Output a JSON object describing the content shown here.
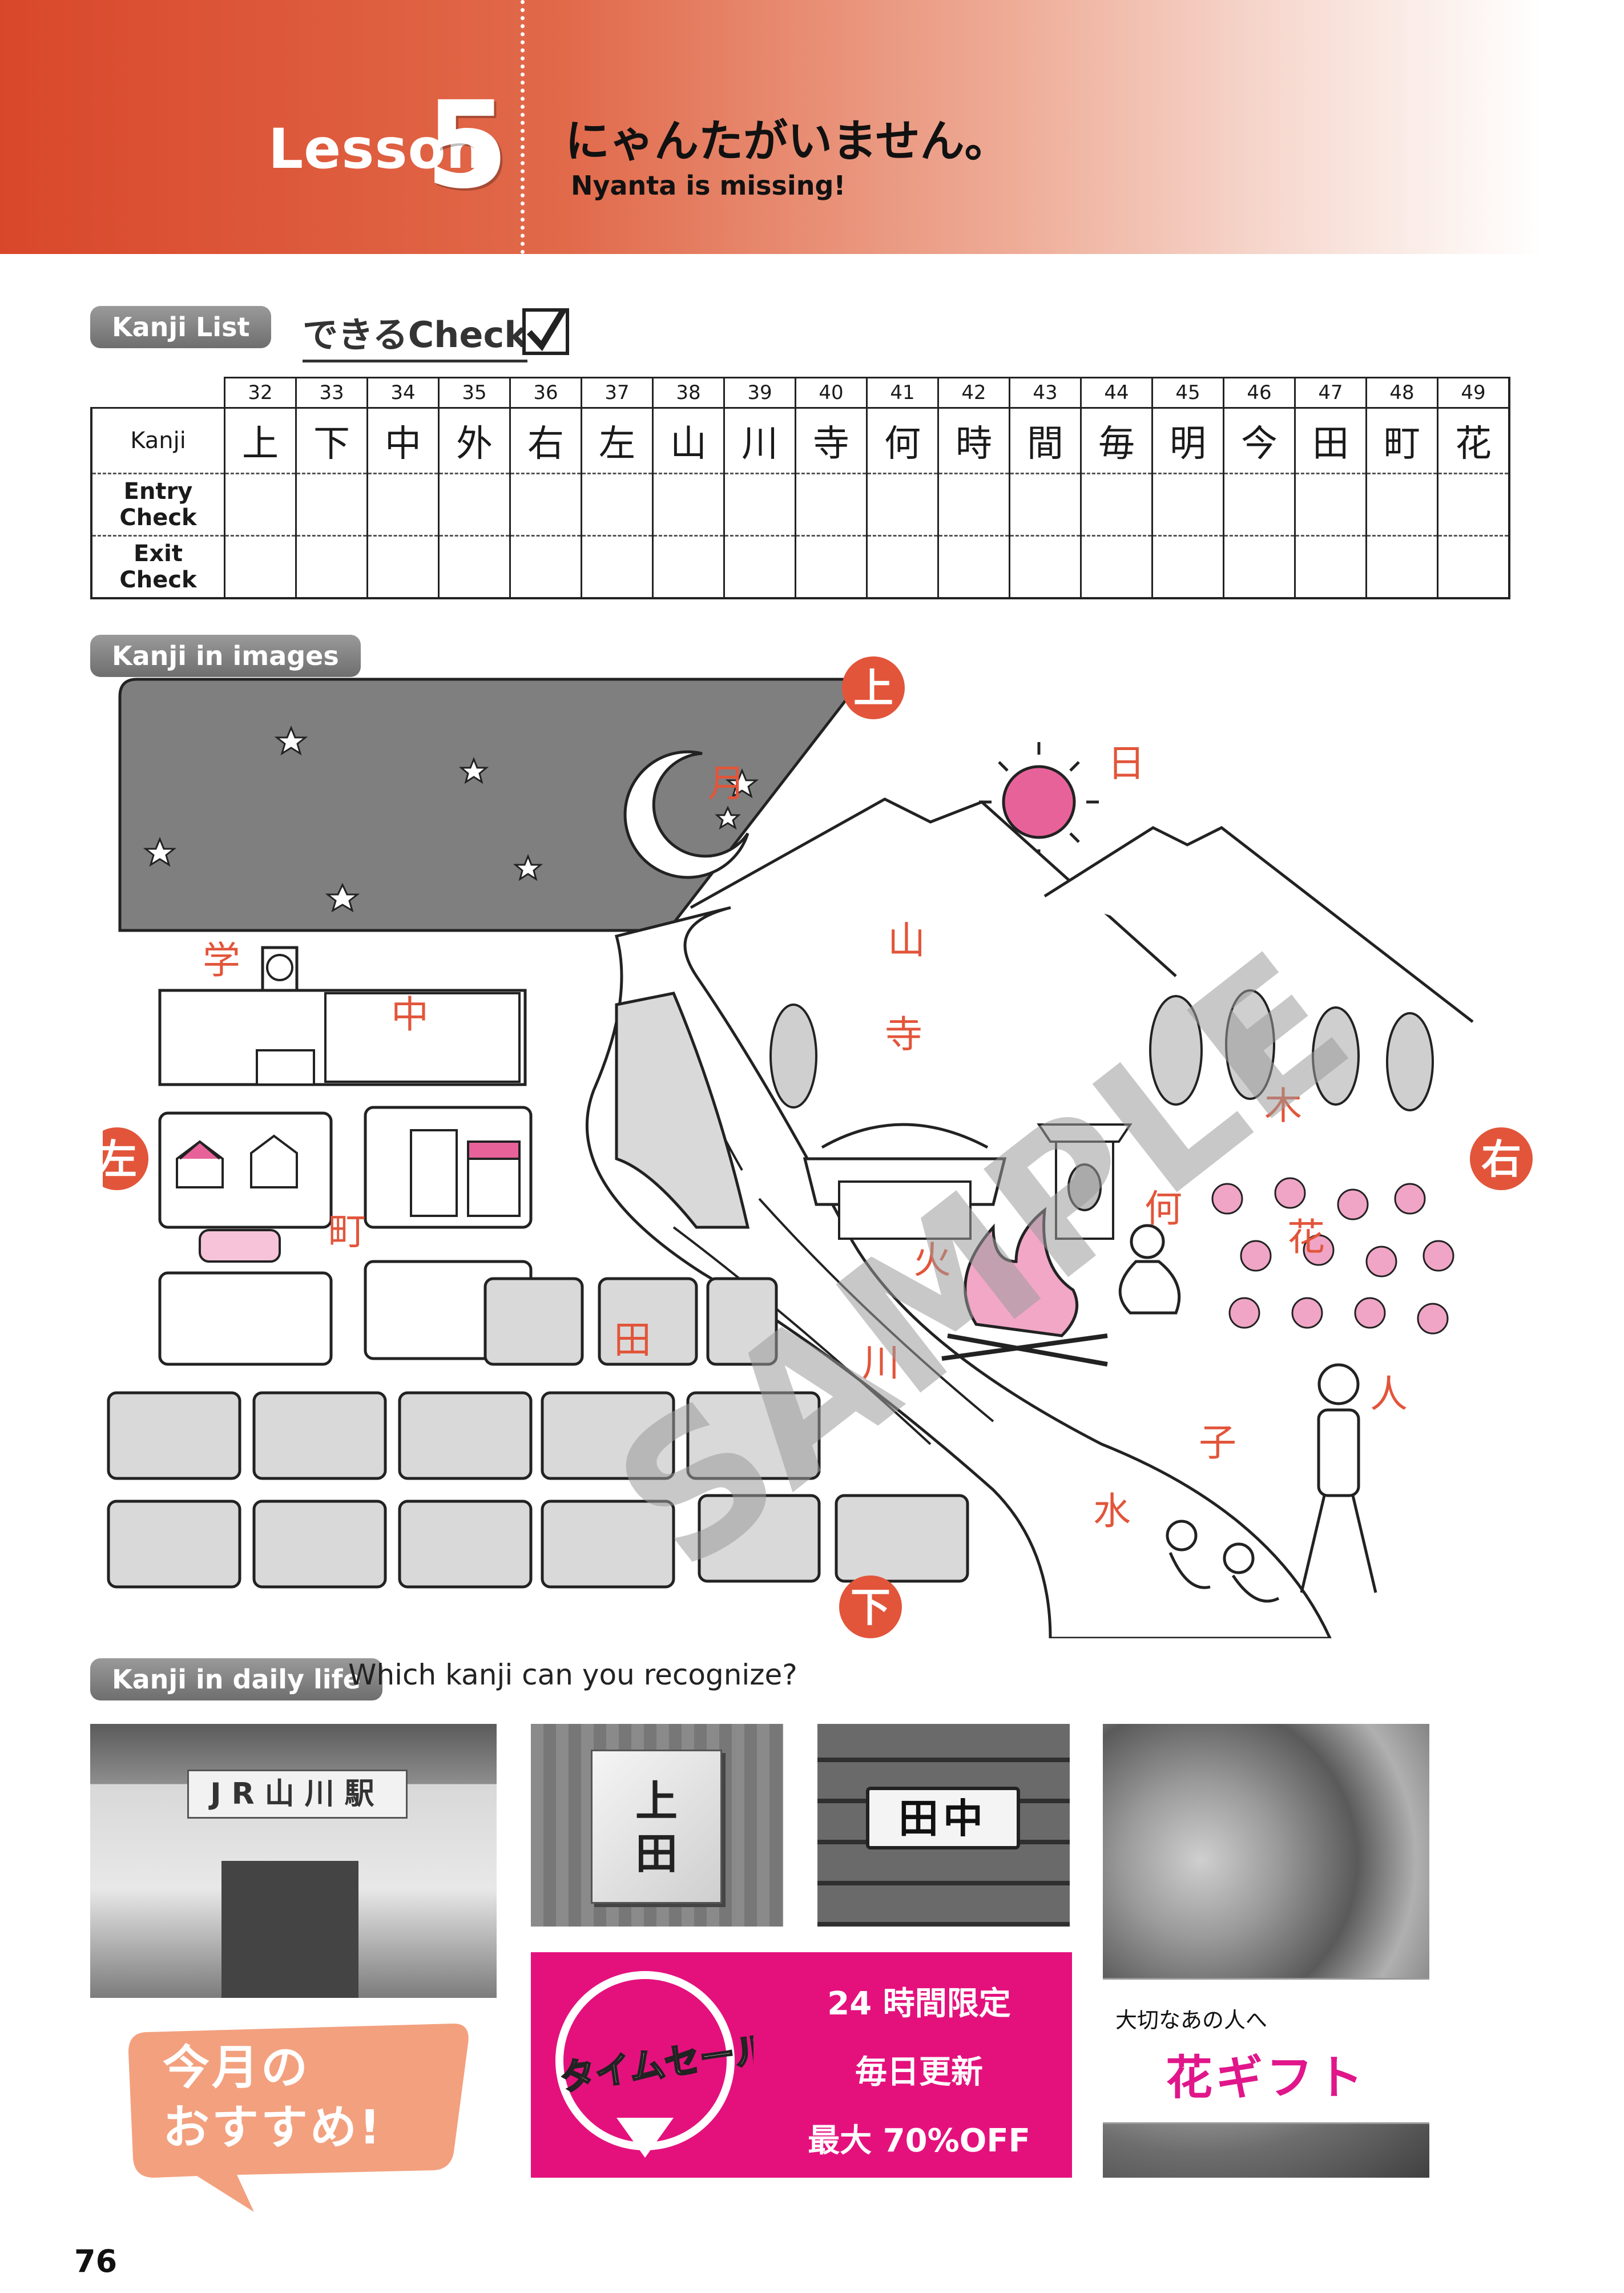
{
  "header": {
    "lesson_word": "Lesson",
    "lesson_number": "5",
    "title_jp": "にゃんたがいません。",
    "title_en": "Nyanta is missing!"
  },
  "kanji_list": {
    "pill": "Kanji List",
    "check_title": "できるCheck",
    "check_mark": "✔",
    "row_labels": {
      "kanji": "Kanji",
      "entry": "Entry Check",
      "exit": "Exit Check"
    },
    "numbers": [
      "32",
      "33",
      "34",
      "35",
      "36",
      "37",
      "38",
      "39",
      "40",
      "41",
      "42",
      "43",
      "44",
      "45",
      "46",
      "47",
      "48",
      "49"
    ],
    "kanji": [
      "上",
      "下",
      "中",
      "外",
      "右",
      "左",
      "山",
      "川",
      "寺",
      "何",
      "時",
      "間",
      "毎",
      "明",
      "今",
      "田",
      "町",
      "花"
    ]
  },
  "images_section": {
    "pill": "Kanji in images",
    "circle_labels": {
      "top": "上",
      "bottom": "下",
      "left": "左",
      "right": "右"
    },
    "scene_labels": {
      "moon": "月",
      "sun": "日",
      "school": "学",
      "middle": "中",
      "mountain": "山",
      "temple": "寺",
      "tree": "木",
      "what": "何",
      "flower": "花",
      "fire": "火",
      "town": "町",
      "field": "田",
      "river": "川",
      "person": "人",
      "child": "子",
      "water": "水"
    },
    "watermark": "SAMPLE"
  },
  "daily_section": {
    "pill": "Kanji in daily life",
    "question": "Which kanji can you recognize?",
    "station_sign": "JR山川駅",
    "ueda_plate_line1": "上",
    "ueda_plate_line2": "田",
    "tanaka_plate": "田中",
    "bubble_line1": "今月の",
    "bubble_line2": "おすすめ!",
    "sale_logo": "タイムセール",
    "sale_line1": "24 時間限定",
    "sale_line2": "毎日更新",
    "sale_line3": "最大 70%OFF",
    "flower_small": "大切なあの人へ",
    "flower_big": "花ギフト"
  },
  "page_number": "76",
  "colors": {
    "header_red": "#d9472a",
    "scene_orange": "#e2553a",
    "sale_pink": "#e4117d",
    "flower_pink": "#e0168a"
  }
}
